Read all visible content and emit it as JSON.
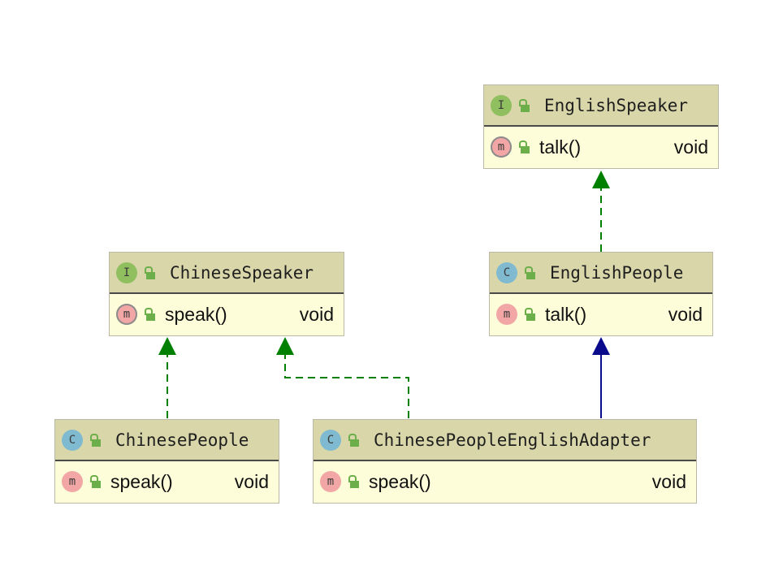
{
  "diagram": {
    "nodes": [
      {
        "id": "EnglishSpeaker",
        "kind": "interface",
        "kind_letter": "I",
        "name": "EnglishSpeaker",
        "methods": [
          {
            "name": "talk()",
            "return_type": "void",
            "abstract": true
          }
        ]
      },
      {
        "id": "ChineseSpeaker",
        "kind": "interface",
        "kind_letter": "I",
        "name": "ChineseSpeaker",
        "methods": [
          {
            "name": "speak()",
            "return_type": "void",
            "abstract": true
          }
        ]
      },
      {
        "id": "EnglishPeople",
        "kind": "class",
        "kind_letter": "C",
        "name": "EnglishPeople",
        "methods": [
          {
            "name": "talk()",
            "return_type": "void",
            "abstract": false
          }
        ]
      },
      {
        "id": "ChinesePeople",
        "kind": "class",
        "kind_letter": "C",
        "name": "ChinesePeople",
        "methods": [
          {
            "name": "speak()",
            "return_type": "void",
            "abstract": false
          }
        ]
      },
      {
        "id": "ChinesePeopleEnglishAdapter",
        "kind": "class",
        "kind_letter": "C",
        "name": "ChinesePeopleEnglishAdapter",
        "methods": [
          {
            "name": "speak()",
            "return_type": "void",
            "abstract": false
          }
        ]
      }
    ],
    "edges": [
      {
        "from": "EnglishPeople",
        "to": "EnglishSpeaker",
        "relation": "implements",
        "style": "dashed",
        "color": "#008000"
      },
      {
        "from": "ChinesePeople",
        "to": "ChineseSpeaker",
        "relation": "implements",
        "style": "dashed",
        "color": "#008000"
      },
      {
        "from": "ChinesePeopleEnglishAdapter",
        "to": "ChineseSpeaker",
        "relation": "implements",
        "style": "dashed",
        "color": "#008000"
      },
      {
        "from": "ChinesePeopleEnglishAdapter",
        "to": "EnglishPeople",
        "relation": "extends",
        "style": "solid",
        "color": "#0a0a8c"
      }
    ],
    "colors": {
      "header_bg": "#d9d7aa",
      "body_bg": "#fdfdd9",
      "interface_badge": "#8fbf5f",
      "class_badge": "#7fbad0",
      "method_badge": "#f2a6a6",
      "access_lock": "#6cae4a"
    },
    "icons": {
      "interface": "interface-icon",
      "class": "class-icon",
      "method": "method-icon",
      "access": "public-lock-icon"
    }
  }
}
